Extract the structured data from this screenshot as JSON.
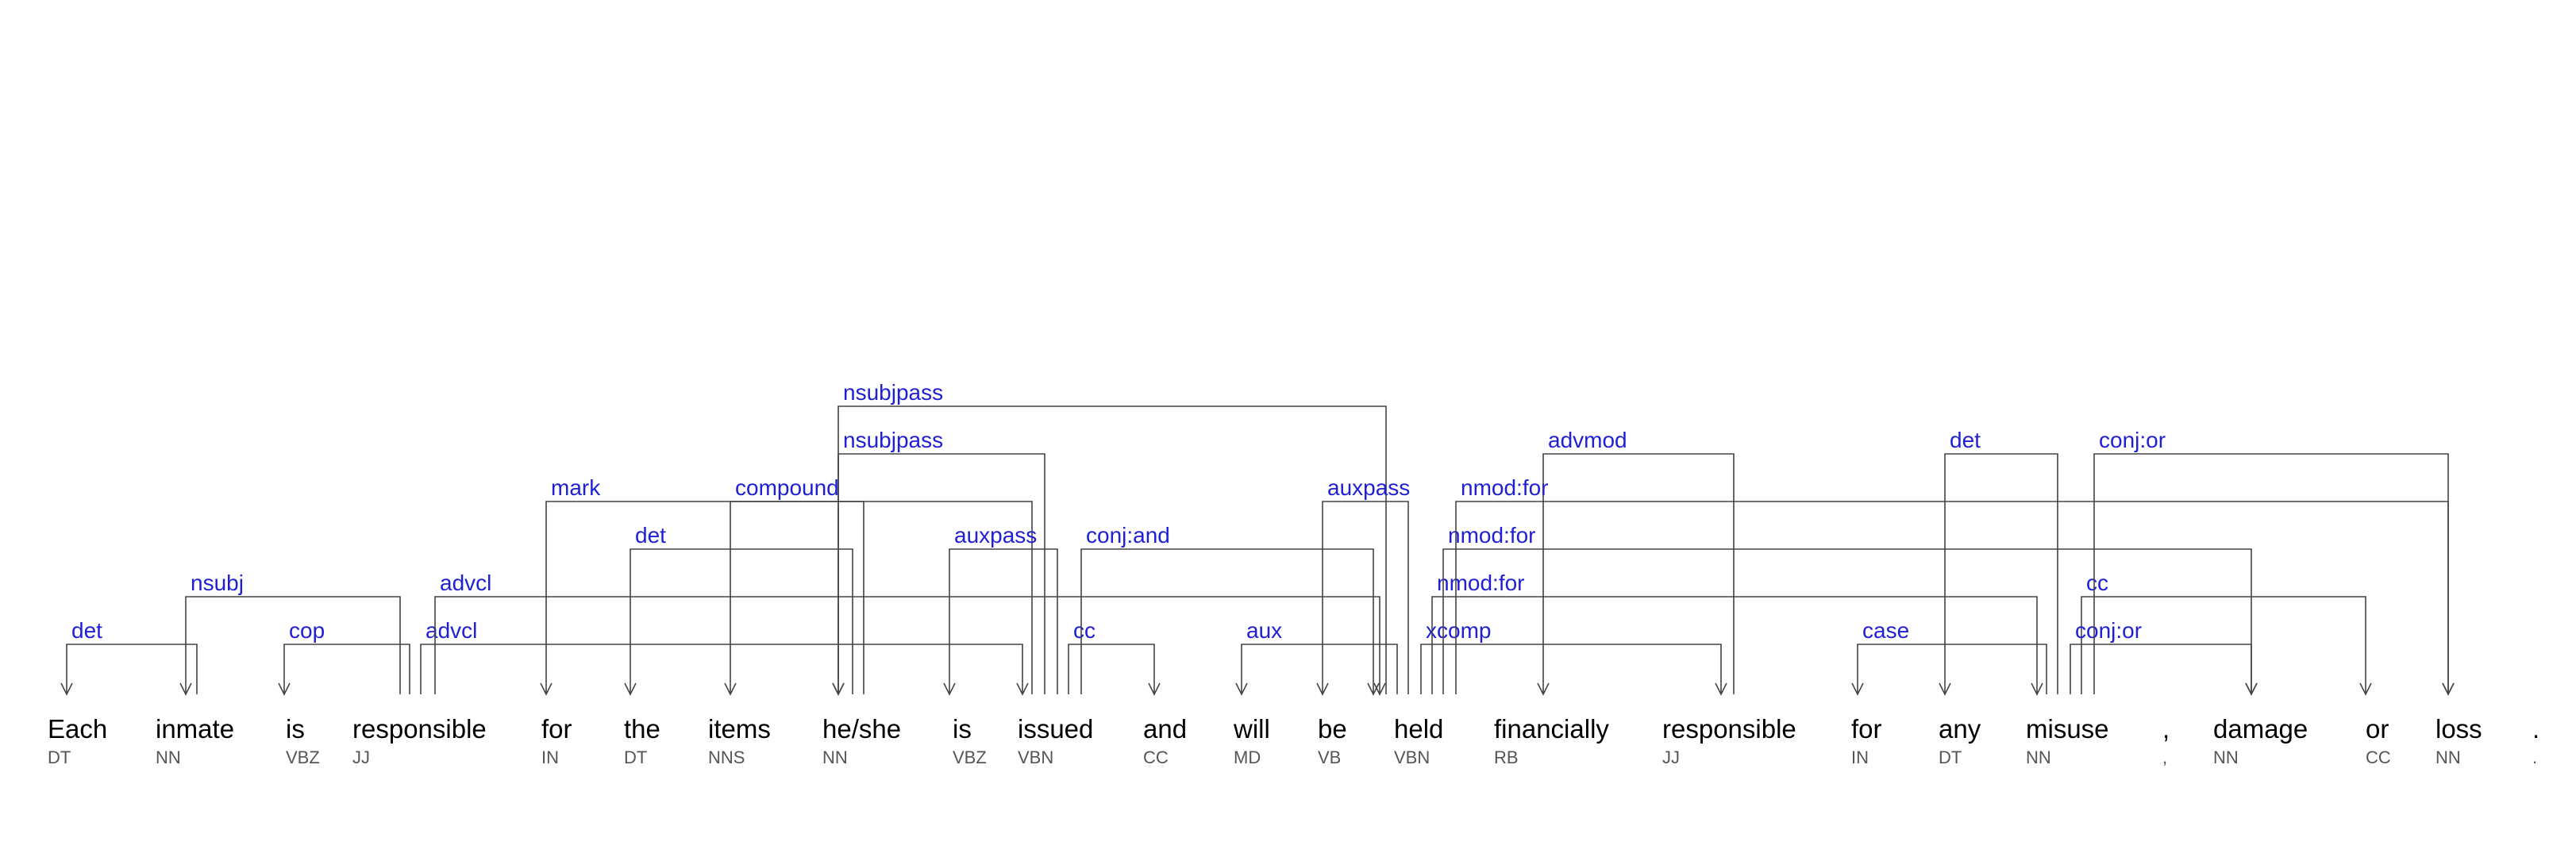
{
  "tokens": [
    {
      "word": "Each",
      "tag": "DT"
    },
    {
      "word": "inmate",
      "tag": "NN"
    },
    {
      "word": "is",
      "tag": "VBZ"
    },
    {
      "word": "responsible",
      "tag": "JJ"
    },
    {
      "word": "for",
      "tag": "IN"
    },
    {
      "word": "the",
      "tag": "DT"
    },
    {
      "word": "items",
      "tag": "NNS"
    },
    {
      "word": "he/she",
      "tag": "NN"
    },
    {
      "word": "is",
      "tag": "VBZ"
    },
    {
      "word": "issued",
      "tag": "VBN"
    },
    {
      "word": "and",
      "tag": "CC"
    },
    {
      "word": "will",
      "tag": "MD"
    },
    {
      "word": "be",
      "tag": "VB"
    },
    {
      "word": "held",
      "tag": "VBN"
    },
    {
      "word": "financially",
      "tag": "RB"
    },
    {
      "word": "responsible",
      "tag": "JJ"
    },
    {
      "word": "for",
      "tag": "IN"
    },
    {
      "word": "any",
      "tag": "DT"
    },
    {
      "word": "misuse",
      "tag": "NN"
    },
    {
      "word": ",",
      "tag": ","
    },
    {
      "word": "damage",
      "tag": "NN"
    },
    {
      "word": "or",
      "tag": "CC"
    },
    {
      "word": "loss",
      "tag": "NN"
    },
    {
      "word": ".",
      "tag": "."
    }
  ],
  "arcs": [
    {
      "label": "det",
      "head": 1,
      "dep": 0
    },
    {
      "label": "cop",
      "head": 3,
      "dep": 2
    },
    {
      "label": "nsubj",
      "head": 3,
      "dep": 1
    },
    {
      "label": "advcl",
      "head": 3,
      "dep": 9
    },
    {
      "label": "advcl",
      "head": 3,
      "dep": 13
    },
    {
      "label": "mark",
      "head": 9,
      "dep": 4
    },
    {
      "label": "det",
      "head": 7,
      "dep": 5
    },
    {
      "label": "compound",
      "head": 7,
      "dep": 6
    },
    {
      "label": "nsubjpass",
      "head": 9,
      "dep": 7
    },
    {
      "label": "nsubjpass",
      "head": 13,
      "dep": 7
    },
    {
      "label": "auxpass",
      "head": 9,
      "dep": 8
    },
    {
      "label": "cc",
      "head": 9,
      "dep": 10
    },
    {
      "label": "conj:and",
      "head": 9,
      "dep": 13
    },
    {
      "label": "aux",
      "head": 13,
      "dep": 11
    },
    {
      "label": "auxpass",
      "head": 13,
      "dep": 12
    },
    {
      "label": "xcomp",
      "head": 13,
      "dep": 15
    },
    {
      "label": "advmod",
      "head": 15,
      "dep": 14
    },
    {
      "label": "nmod:for",
      "head": 13,
      "dep": 18
    },
    {
      "label": "nmod:for",
      "head": 13,
      "dep": 20
    },
    {
      "label": "nmod:for",
      "head": 13,
      "dep": 22
    },
    {
      "label": "case",
      "head": 18,
      "dep": 16
    },
    {
      "label": "det",
      "head": 18,
      "dep": 17
    },
    {
      "label": "cc",
      "head": 18,
      "dep": 21
    },
    {
      "label": "conj:or",
      "head": 18,
      "dep": 20
    },
    {
      "label": "conj:or",
      "head": 18,
      "dep": 22
    }
  ]
}
